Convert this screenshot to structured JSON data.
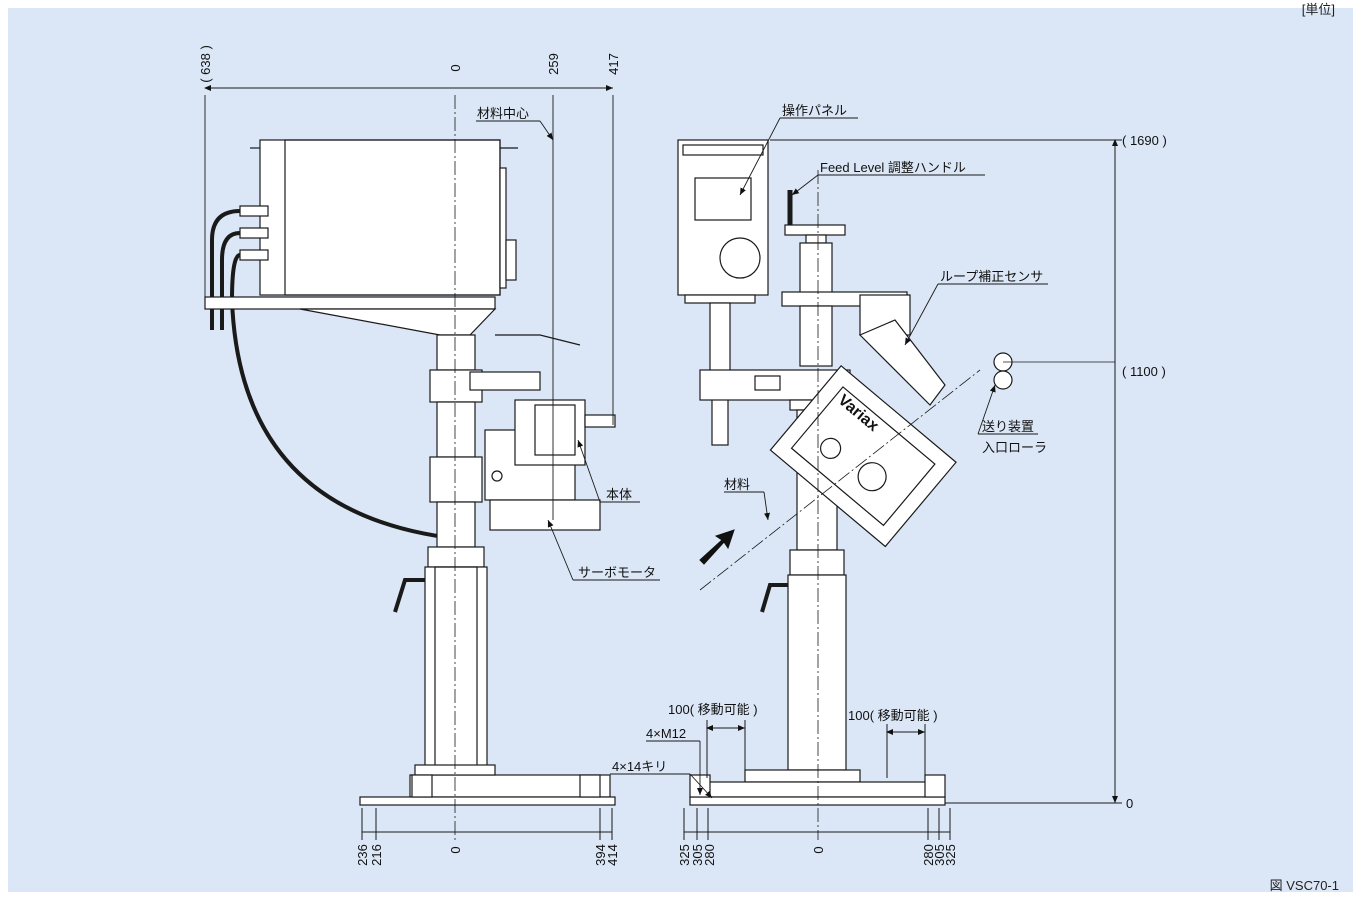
{
  "header": {
    "unit": "[単位]"
  },
  "footer": {
    "figure_no": "図 VSC70-1"
  },
  "labels": {
    "material_center": "材料中心",
    "operation_panel": "操作パネル",
    "feed_level_handle": "Feed Level 調整ハンドル",
    "loop_sensor": "ループ補正センサ",
    "feeder_line1": "送り装置",
    "feeder_line2": "入口ローラ",
    "main_body": "本体",
    "servo_motor": "サーボモータ",
    "material": "材料",
    "move1": "100( 移動可能 )",
    "move2": "100( 移動可能 )",
    "bolt": "4×M12",
    "holes": "4×14キリ",
    "brand": "Variax"
  },
  "dims": {
    "top": [
      "( 638 )",
      "0",
      "259",
      "417"
    ],
    "right": [
      "( 1690 )",
      "( 1100 )",
      "0"
    ],
    "bottom_left": [
      "236",
      "216",
      "0",
      "394",
      "414"
    ],
    "bottom_right": [
      "325",
      "305",
      "280",
      "0",
      "280",
      "305",
      "325"
    ]
  },
  "colors": {
    "background": "#dbe7f6",
    "line": "#1a1a1a",
    "fill": "#ffffff"
  }
}
